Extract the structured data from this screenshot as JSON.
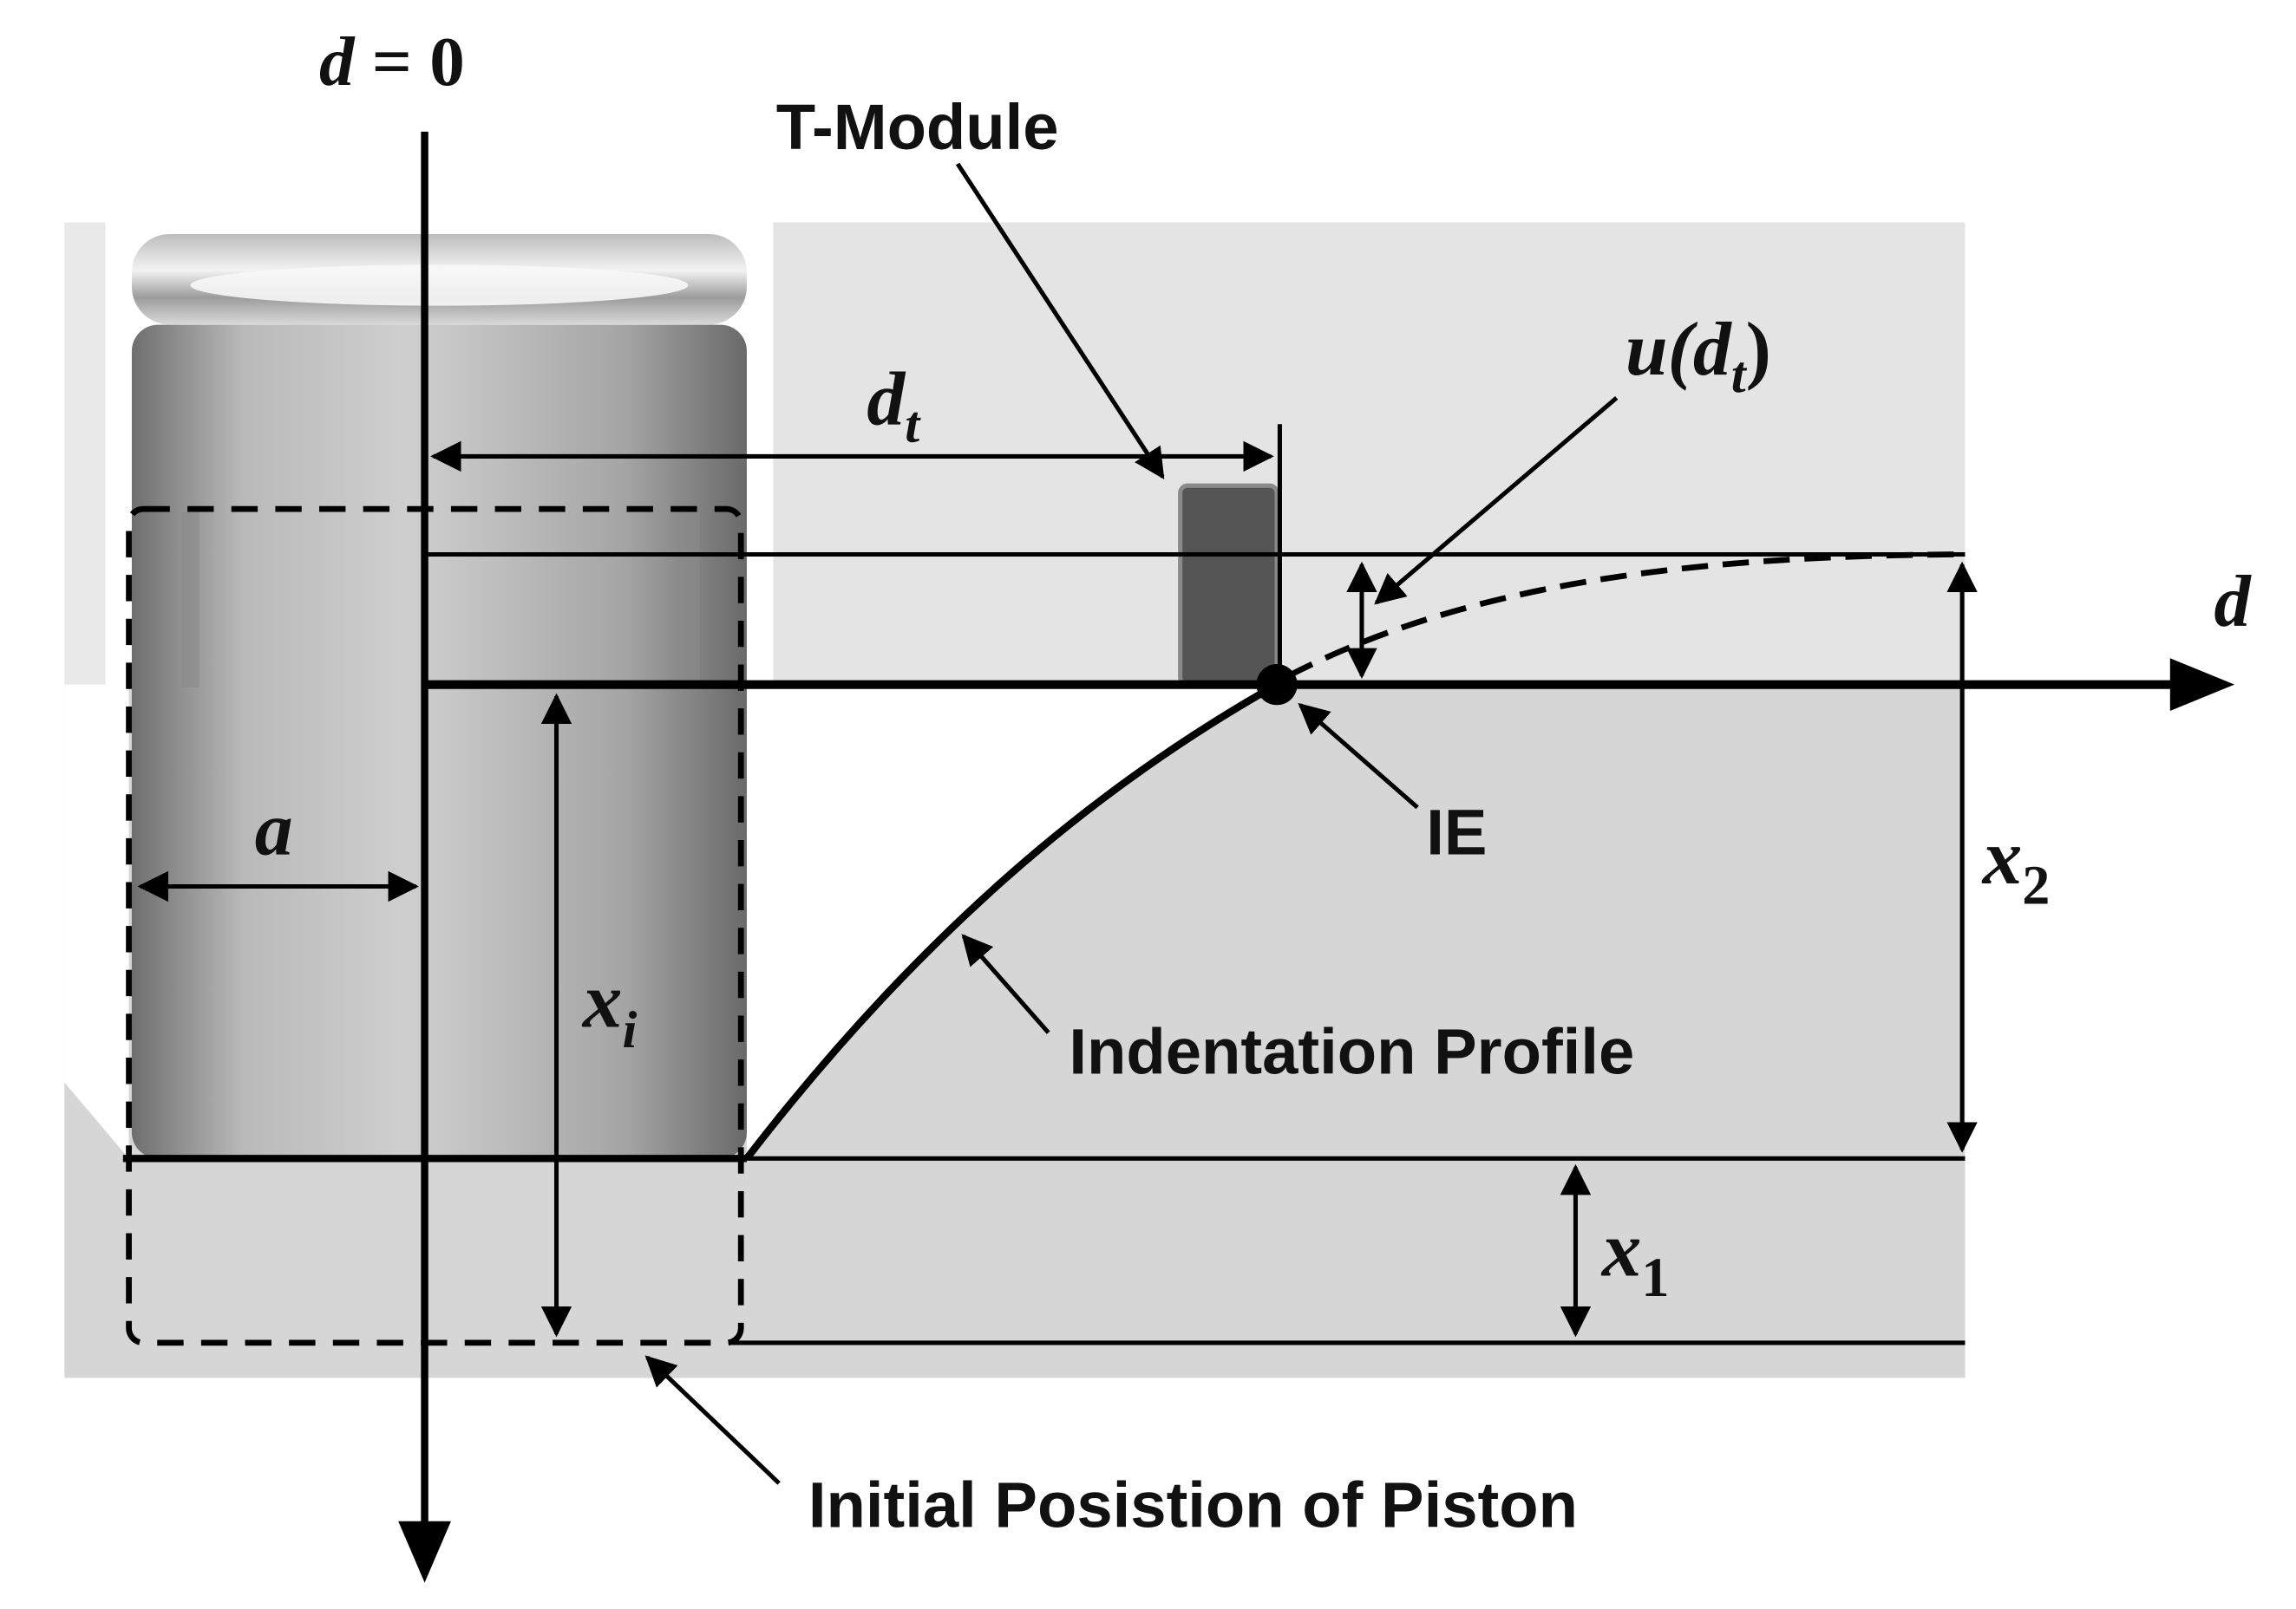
{
  "origin_label": {
    "var": "d",
    "op": " = ",
    "num": "0"
  },
  "axis_label": "d",
  "t_module_label": "T-Module",
  "dt_label": {
    "main": "d",
    "sub": "t"
  },
  "u_label": {
    "main": "u(",
    "inner": "d",
    "sub": "t",
    "close": ")"
  },
  "ie_label": "IE",
  "a_label": "a",
  "xi_label": {
    "main": "x",
    "sub": "i"
  },
  "x2_label": {
    "main": "x",
    "sub": "2"
  },
  "x1_label": {
    "main": "x",
    "sub": "1"
  },
  "profile_label": "Indentation Profile",
  "piston_label": "Initial Posistion of Piston",
  "colors": {
    "background": "#ffffff",
    "panel": "#e4e4e4",
    "soil": "#d6d6d6",
    "piston": "#9a9a9a",
    "module": "#555555",
    "line": "#000000"
  }
}
